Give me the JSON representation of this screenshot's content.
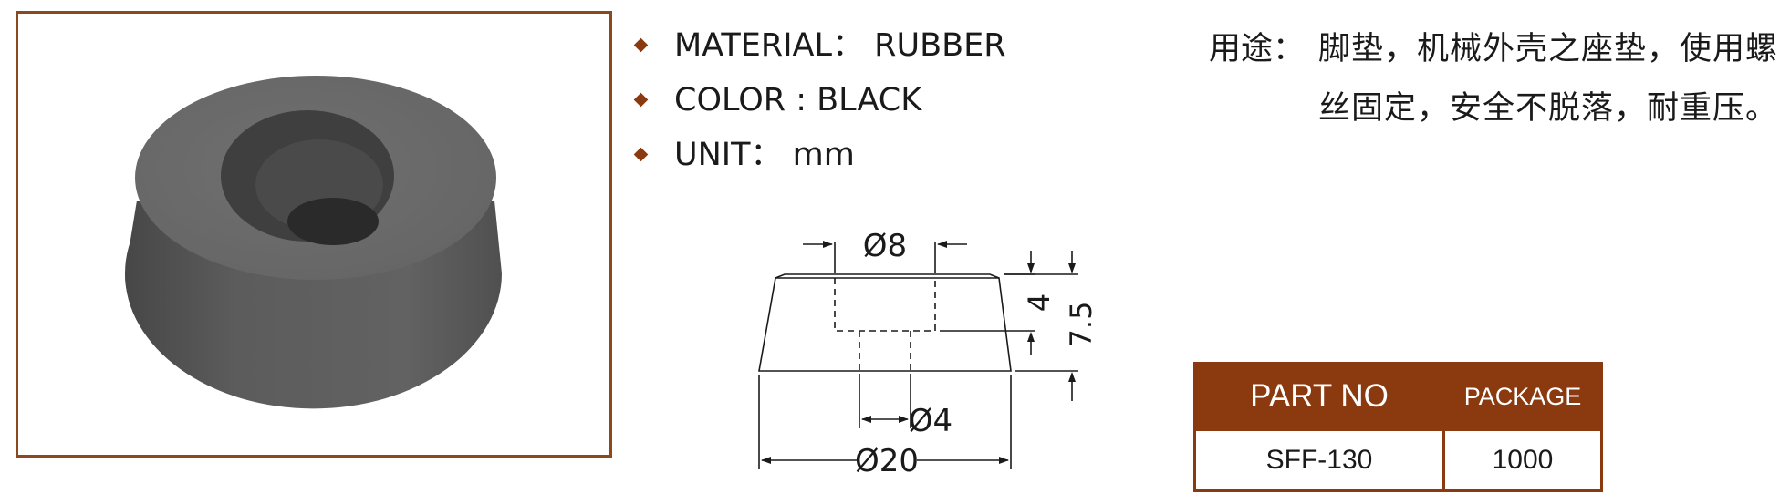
{
  "specs": [
    {
      "label": "MATERIAL： RUBBER"
    },
    {
      "label": "COLOR : BLACK"
    },
    {
      "label": "UNIT： mm"
    }
  ],
  "usage": {
    "label": "用途：",
    "text": "脚垫，机械外壳之座垫，使用螺丝固定，安全不脱落，耐重压。"
  },
  "drawing": {
    "top_dia": "Ø8",
    "hole_dia": "Ø4",
    "base_dia": "Ø20",
    "counterbore_depth": "4",
    "height": "7.5"
  },
  "table": {
    "headers": [
      "PART NO",
      "PACKAGE"
    ],
    "rows": [
      [
        "SFF-130",
        "1000"
      ]
    ]
  },
  "colors": {
    "accent": "#8b3a10",
    "rubber": "#5e5e5e"
  }
}
